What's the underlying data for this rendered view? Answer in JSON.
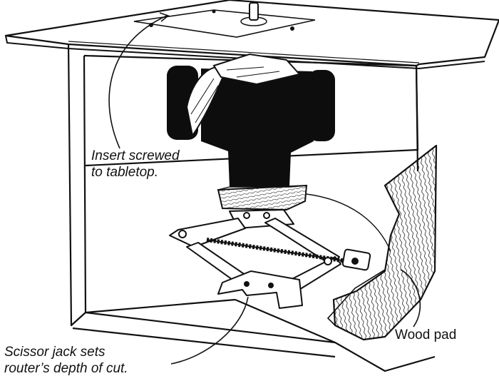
{
  "colors": {
    "ink": "#111111",
    "paper": "#ffffff",
    "motor": "#0d0d0d"
  },
  "callouts": {
    "insert": {
      "line1": "Insert screwed",
      "line2": "to tabletop."
    },
    "wood_pad": "Wood pad",
    "scissor_jack": {
      "line1": "Scissor jack sets",
      "line2": "router’s depth of cut."
    }
  }
}
